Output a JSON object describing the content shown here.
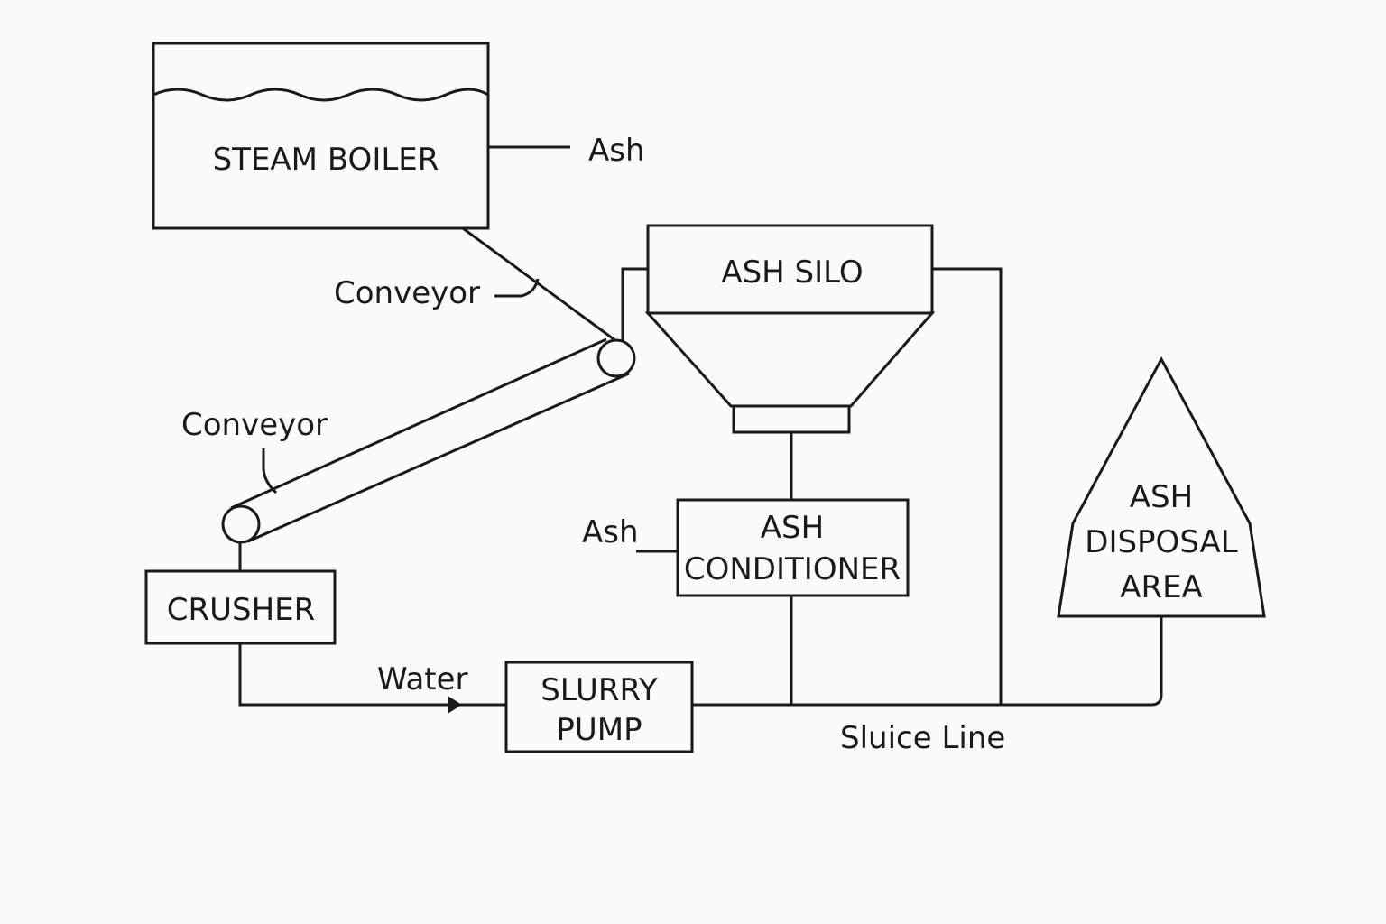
{
  "nodes": {
    "steam_boiler": "STEAM BOILER",
    "ash_silo": "ASH SILO",
    "ash_conditioner": [
      "ASH",
      "CONDITIONER"
    ],
    "ash_disposal_area": [
      "ASH",
      "DISPOSAL",
      "AREA"
    ],
    "crusher": "CRUSHER",
    "slurry_pump": [
      "SLURRY",
      "PUMP"
    ]
  },
  "labels": {
    "boiler_ash": "Ash",
    "conveyor_top": "Conveyor",
    "conveyor_belt": "Conveyor",
    "conditioner_ash": "Ash",
    "water": "Water",
    "sluice_line": "Sluice Line"
  },
  "colors": {
    "line": "#1a1a1a",
    "background": "#fbfbfa"
  }
}
